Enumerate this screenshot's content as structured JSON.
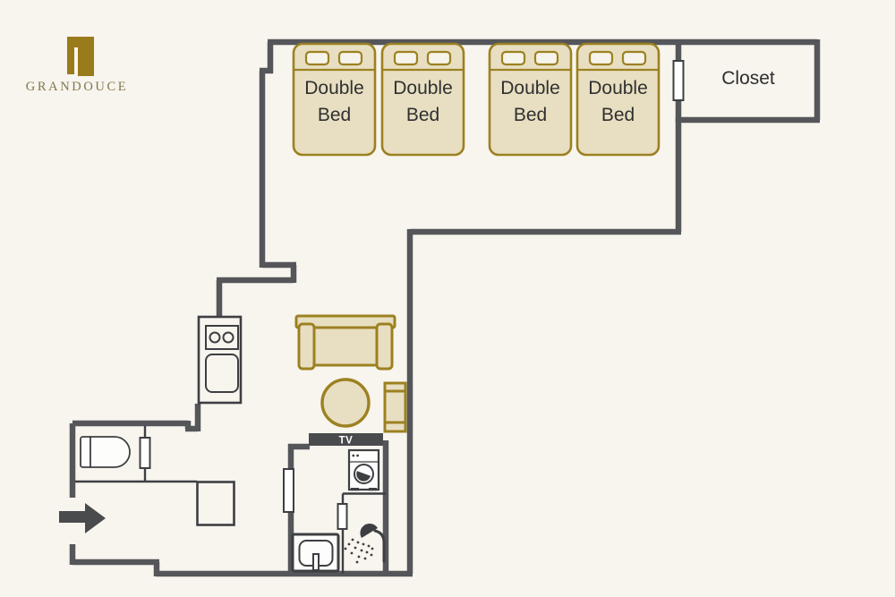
{
  "brand": {
    "name": "GRANDOUCE",
    "logo_icon": "door-monogram-icon",
    "logo_color": "#9a7b1b",
    "wordmark_color": "#82764d"
  },
  "floorplan": {
    "beds": {
      "count": 4,
      "label_line1": "Double",
      "label_line2": "Bed"
    },
    "closet": {
      "label": "Closet"
    },
    "tv": {
      "label": "TV",
      "bar_color": "#4a4b4d"
    },
    "fixtures": [
      "sofa",
      "coffee-table",
      "armchair",
      "kitchenette-stove-sink",
      "toilet",
      "washbasin",
      "washing-machine",
      "shower",
      "entry-cabinet",
      "entrance-arrow",
      "door-closet",
      "door-toilet",
      "door-bathroom",
      "door-shower"
    ],
    "colors": {
      "background": "#f8f5ee",
      "wall": "#55565a",
      "partition": "#3e3f43",
      "furniture_outline": "#9c8121",
      "furniture_fill": "#e8dfc2",
      "pillow_fill": "#f6f3ea",
      "label_text": "#303030"
    }
  }
}
